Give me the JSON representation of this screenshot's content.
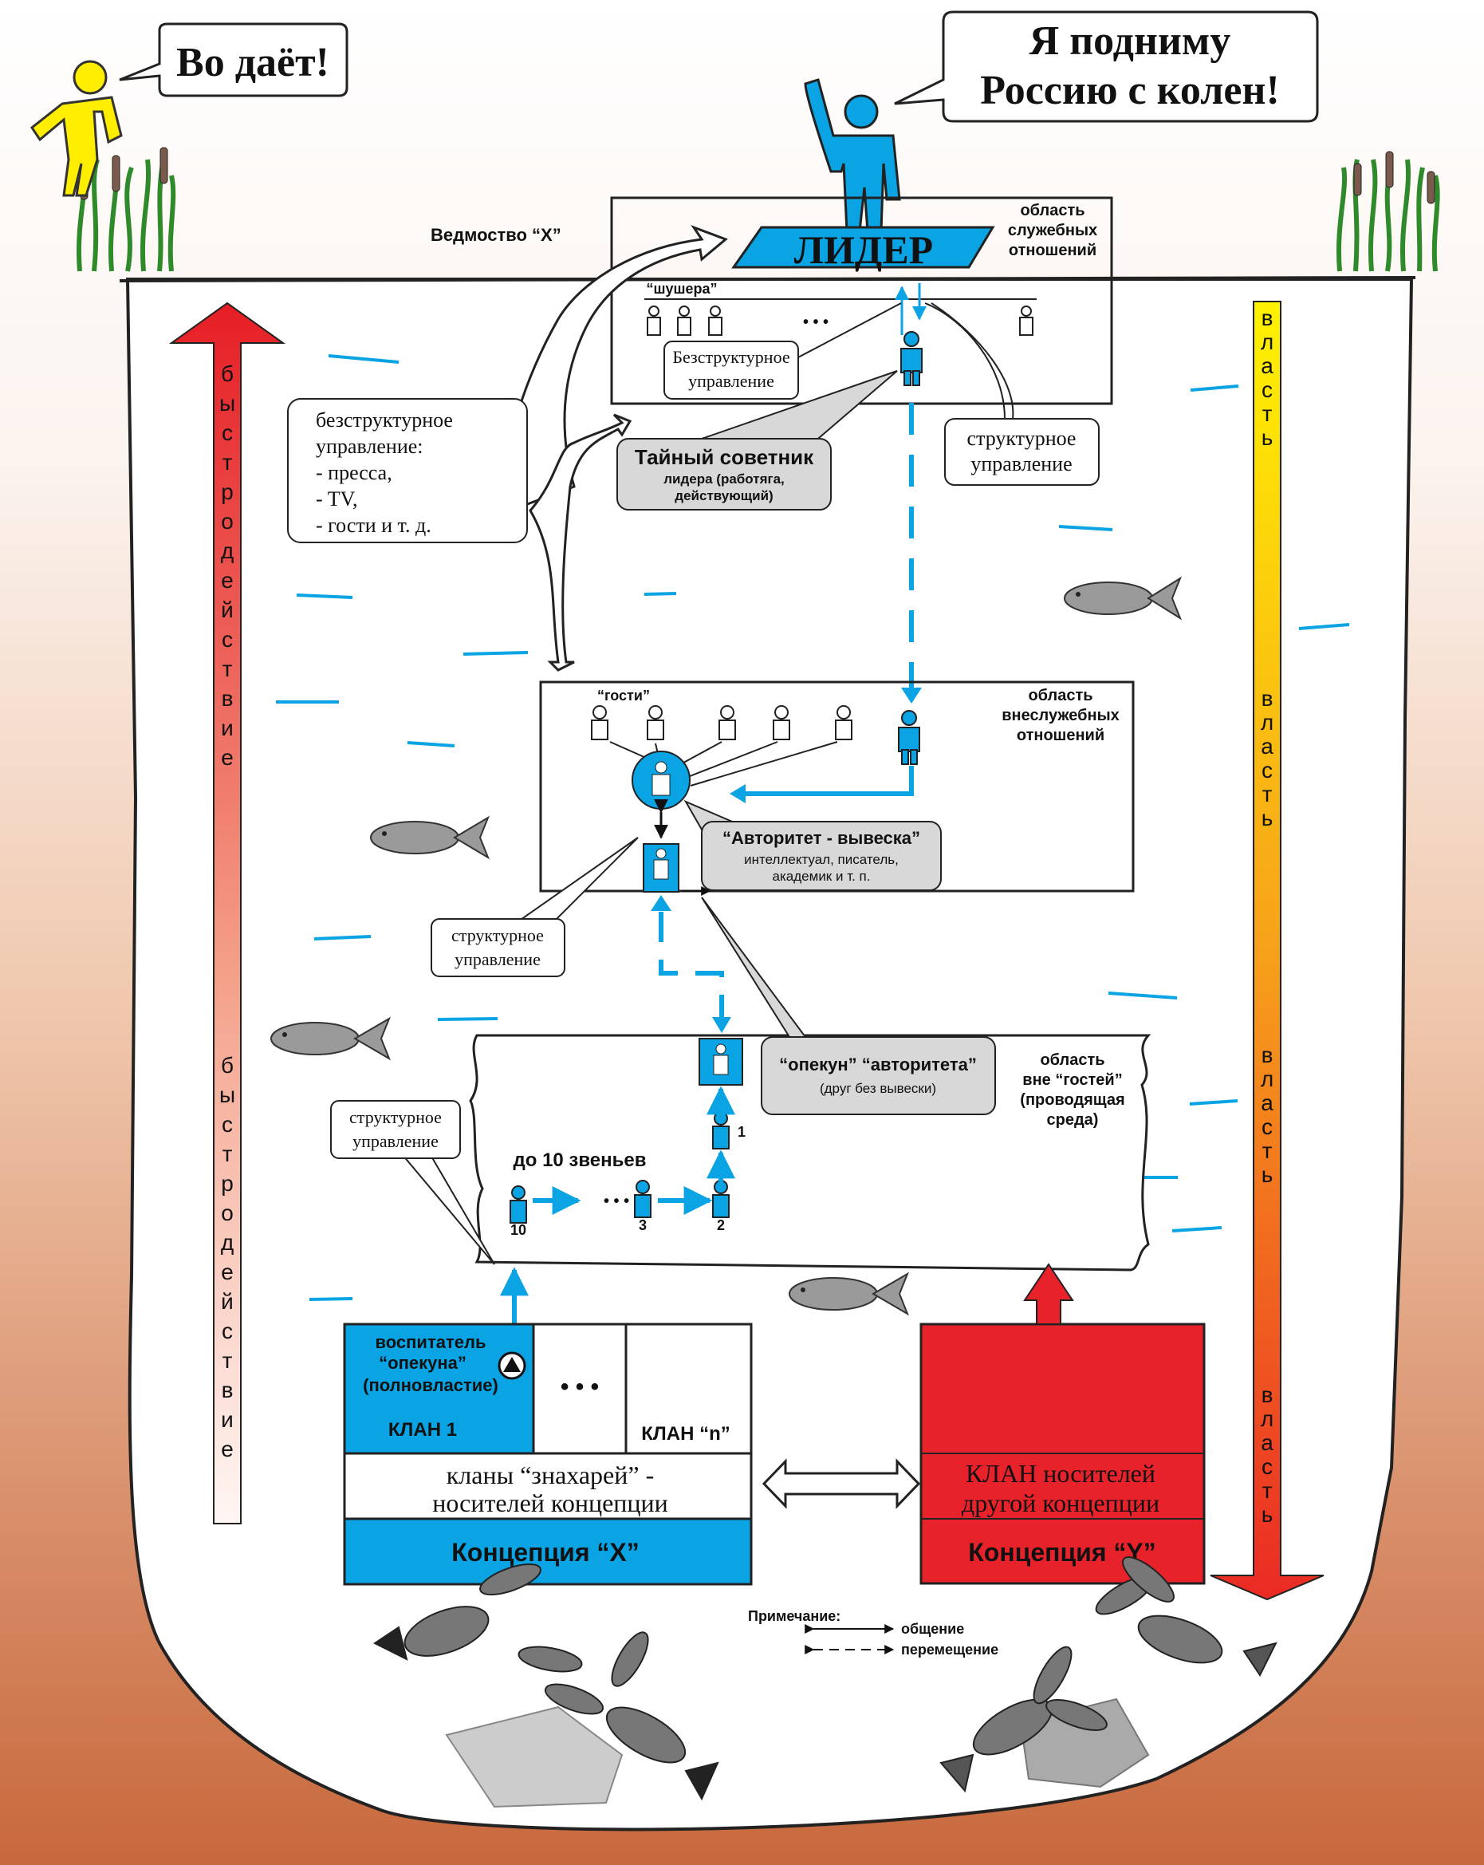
{
  "colors": {
    "accent_blue": "#0aa3e3",
    "red": "#e8222a",
    "sky_top": "#ffffff",
    "ground_bottom": "#c8683c",
    "pond_fill": "#ffffff"
  },
  "speech": {
    "observer": "Во даёт!",
    "leader_line1": "Я подниму",
    "leader_line2": "Россию с колен!"
  },
  "top": {
    "vedomstvo": "Ведмоство “X”",
    "leader_label": "ЛИДЕР",
    "service_area_l1": "область",
    "service_area_l2": "служебных",
    "service_area_l3": "отношений",
    "shushera": "“шушера”",
    "dots": "• • •",
    "unstructured_l1": "Безструктурное",
    "unstructured_l2": "управление",
    "structured_l1": "структурное",
    "structured_l2": "управление",
    "advisor_l1": "Тайный советник",
    "advisor_l2": "лидера (работяга,",
    "advisor_l3": "действующий)"
  },
  "left_callout": {
    "l1": "безструктурное",
    "l2": "управление:",
    "l3": " - пресса,",
    "l4": " - TV,",
    "l5": " - гости и т. д."
  },
  "mid": {
    "guests": "“гости”",
    "area_l1": "область",
    "area_l2": "внеслужебных",
    "area_l3": "отношений",
    "authority_l1": "“Авторитет - вывеска”",
    "authority_l2": "интеллектуал, писатель,",
    "authority_l3": "академик и т. п.",
    "structured_l1": "структурное",
    "structured_l2": "управление"
  },
  "lower": {
    "guardian_l1": "“опекун” “авторитета”",
    "guardian_l2": "(друг без вывески)",
    "area_l1": "область",
    "area_l2": "вне “гостей”",
    "area_l3": "(проводящая",
    "area_l4": "среда)",
    "structured_l1": "структурное",
    "structured_l2": "управление",
    "chain_label": "до 10 звеньев",
    "n1": "1",
    "n2": "2",
    "n3": "3",
    "n10": "10",
    "chain_dots": "• • •"
  },
  "clans": {
    "educator_l1": "воспитатель",
    "educator_l2": "“опекуна”",
    "educator_l3": "(полновластие)",
    "clan1": "КЛАН 1",
    "dots": "• • •",
    "clan_n": "КЛАН  “n”",
    "healers_l1": "кланы “знахарей” -",
    "healers_l2": "носителей концепции",
    "concept_x": "Концепция “X”",
    "other_l1": "КЛАН носителей",
    "other_l2": "другой концепции",
    "concept_y": "Концепция “Y”"
  },
  "arrows": {
    "left_label": "быстродействие",
    "right_label": "власть"
  },
  "legend": {
    "title": "Примечание:",
    "communication": "общение",
    "movement": "перемещение"
  }
}
